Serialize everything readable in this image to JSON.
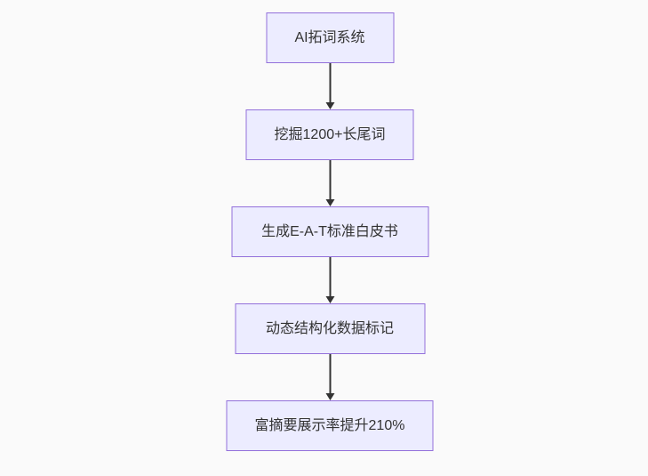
{
  "page": {
    "background": "#fafafa"
  },
  "colors": {
    "node_fill": "#ECECFF",
    "node_border": "#9370DB",
    "node_text": "#333333",
    "arrow": "#333333"
  },
  "flowchart": {
    "type": "flowchart",
    "direction": "top-down",
    "nodes": [
      {
        "id": "n1",
        "label": "AI拓词系统"
      },
      {
        "id": "n2",
        "label": "挖掘1200+长尾词"
      },
      {
        "id": "n3",
        "label": "生成E-A-T标准白皮书"
      },
      {
        "id": "n4",
        "label": "动态结构化数据标记"
      },
      {
        "id": "n5",
        "label": "富摘要展示率提升210%"
      }
    ],
    "edges": [
      {
        "from": "n1",
        "to": "n2"
      },
      {
        "from": "n2",
        "to": "n3"
      },
      {
        "from": "n3",
        "to": "n4"
      },
      {
        "from": "n4",
        "to": "n5"
      }
    ]
  }
}
